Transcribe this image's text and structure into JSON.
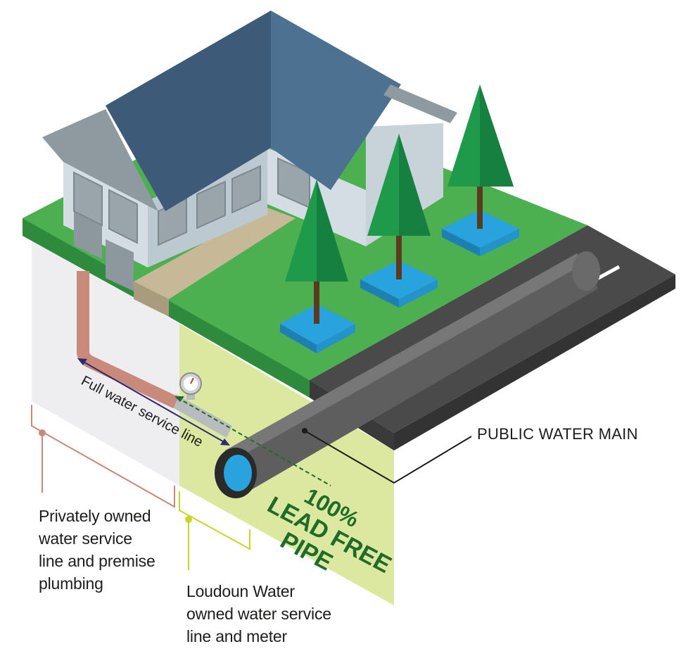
{
  "labels": {
    "public_water_main": "PUBLIC WATER MAIN",
    "full_service_line": "Full water service line",
    "lead_free": [
      "100%",
      "LEAD FREE",
      "PIPE"
    ],
    "private": [
      "Privately owned",
      "water service",
      "line and premise",
      "plumbing"
    ],
    "utility": [
      "Loudoun Water",
      "owned water service",
      "line and meter"
    ]
  },
  "colors": {
    "grass": "#4caf50",
    "grass_dark": "#2e8b3e",
    "roof": "#3d5a78",
    "road": "#4a4a4a",
    "private_zone": "#eeeef0",
    "utility_zone": "#dce8a0",
    "copper_pipe": "#c98a7b",
    "lead_free_text": "#1f6b2a",
    "water": "#29a3dd",
    "bracket_private": "#c98a7b",
    "bracket_utility": "#c9d52a",
    "arrow": "#2e2a6e"
  },
  "icons": {
    "meter": "water-meter-icon",
    "trees": "pine-tree-icon"
  }
}
